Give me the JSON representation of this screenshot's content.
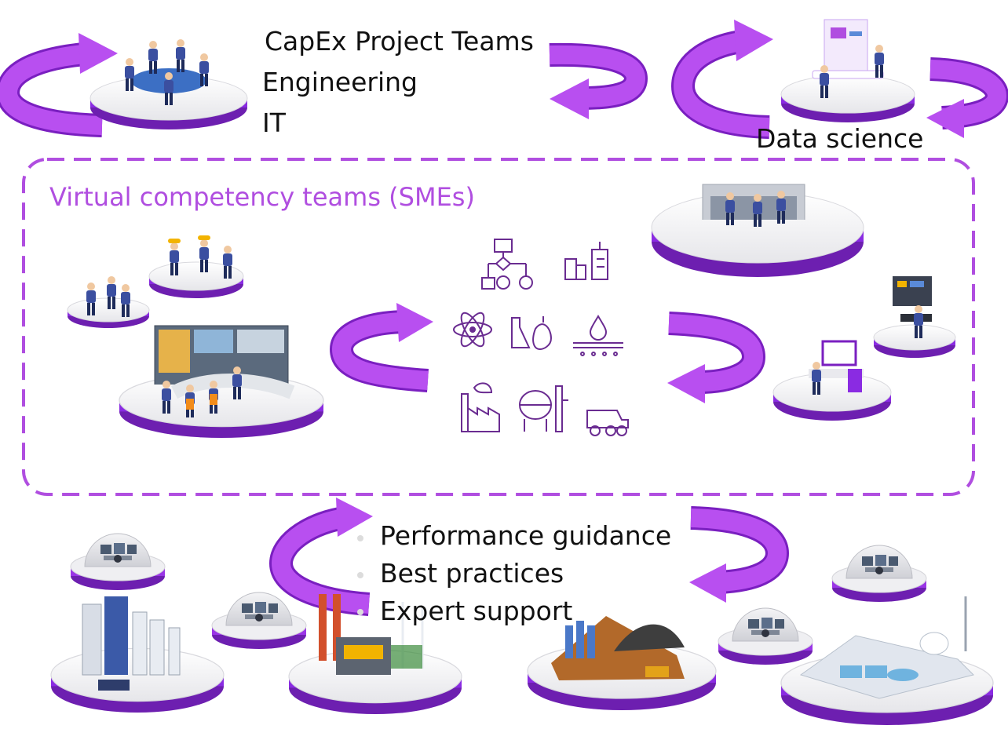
{
  "top_groups": {
    "teams": [
      "CapEx Project Teams",
      "Engineering",
      "IT"
    ],
    "data_science": "Data science"
  },
  "virtual_teams": {
    "title": "Virtual competency teams (SMEs)",
    "industry_icons": [
      "process-flow-icon",
      "buildings-icon",
      "atom-icon",
      "chemical-hops-icon",
      "water-soil-icon",
      "green-factory-icon",
      "refinery-tank-icon",
      "mining-truck-icon"
    ]
  },
  "support": {
    "items": [
      "Performance guidance",
      "Best practices",
      "Expert support"
    ]
  },
  "colors": {
    "accent": "#a03be0",
    "accent_dark": "#7a1fc0",
    "arrow": "#b84ff0",
    "text": "#111111",
    "dashed_border": "#b04ee0"
  }
}
